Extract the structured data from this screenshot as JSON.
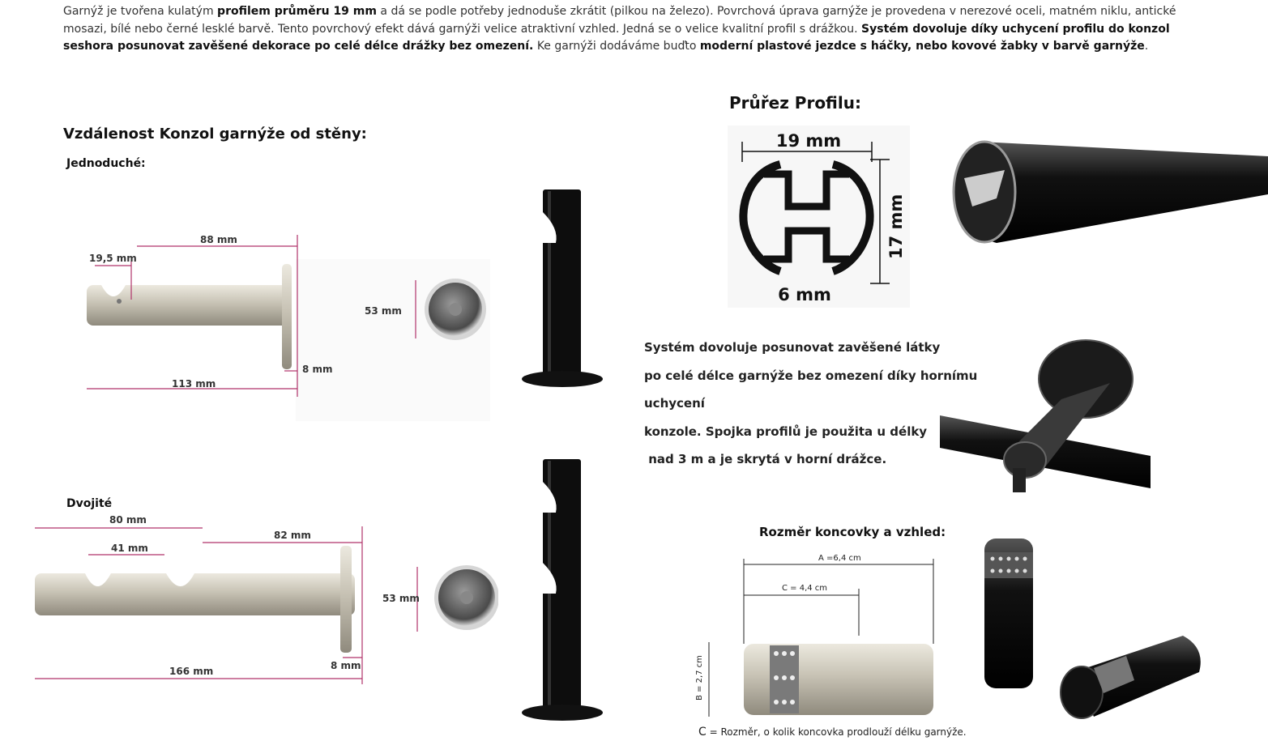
{
  "intro": {
    "p1": "Garnýž je tvořena kulatým ",
    "b1": "profilem průměru 19 mm",
    "p2": " a dá se podle potřeby jednoduše zkrátit (pilkou na železo). Povrchová úprava garnýže je provedena v nerezové oceli, matném niklu, antické mosazi, bílé nebo černé lesklé barvě. Tento povrchový efekt dává garnýži velice atraktivní vzhled. Jedná se o velice kvalitní profil s drážkou. ",
    "b2": "Systém dovoluje díky uchycení profilu do konzol seshora posunovat zavěšené dekorace po celé délce drážky bez omezení.",
    "p3": " Ke garnýži dodáváme buďto ",
    "b3": "moderní plastové jezdce s háčky, nebo kovové žabky v barvě garnýže",
    "p4": "."
  },
  "section_distance": {
    "title": "Vzdálenost Konzol garnýže od stěny:",
    "single_label": "Jednoduché:",
    "double_label": "Dvojité"
  },
  "single_dims": {
    "a": "19,5 mm",
    "b": "88 mm",
    "c": "8 mm",
    "d": "113 mm",
    "e": "53 mm"
  },
  "double_dims": {
    "a": "80 mm",
    "b": "41 mm",
    "c": "82 mm",
    "d": "8 mm",
    "e": "166 mm",
    "f": "53 mm"
  },
  "profile": {
    "title": "Průřez Profilu:",
    "width": "19 mm",
    "height": "17 mm",
    "groove": "6 mm"
  },
  "system_text": {
    "l1": "Systém dovoluje posunovat zavěšené látky",
    "l2": "po celé délce garnýže bez omezení díky hornímu uchycení",
    "l3": "konzole. Spojka profilů je použita u délky",
    "l4": " nad 3 m a je skrytá v horní drážce."
  },
  "endcap": {
    "title": "Rozměr koncovky a vzhled:",
    "a": "A =6,4 cm",
    "c": "C = 4,4 cm",
    "b": "B = 2,7 cm",
    "caption_c": "C",
    "caption": " = Rozměr, o kolik koncovka prodlouží délku garnýže."
  }
}
